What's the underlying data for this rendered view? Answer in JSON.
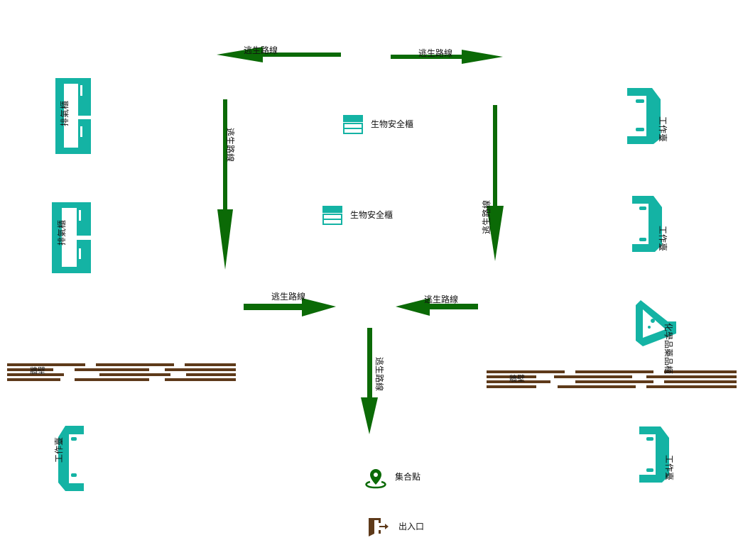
{
  "colors": {
    "route": "#0b6a06",
    "equipment": "#14b3a4",
    "wall": "#5e3a1a",
    "exit": "#5e3a1a"
  },
  "labels": {
    "escape_route": "逃生路線",
    "fume_hood": "排氣櫃",
    "workbench": "工作臺",
    "biosafety_cabinet": "生物安全櫃",
    "chemical_cabinet": "化學品藥品櫃",
    "wall": "牆壁",
    "assembly_point": "集合點",
    "entrance": "出入口"
  },
  "icons": {
    "route": "arrow-icon",
    "fume_hood": "fume-hood-icon",
    "workbench": "workbench-icon",
    "biosafety_cabinet": "cabinet-icon",
    "chemical_cabinet": "flask-icon",
    "assembly_point": "map-pin-icon",
    "entrance": "door-exit-icon"
  }
}
